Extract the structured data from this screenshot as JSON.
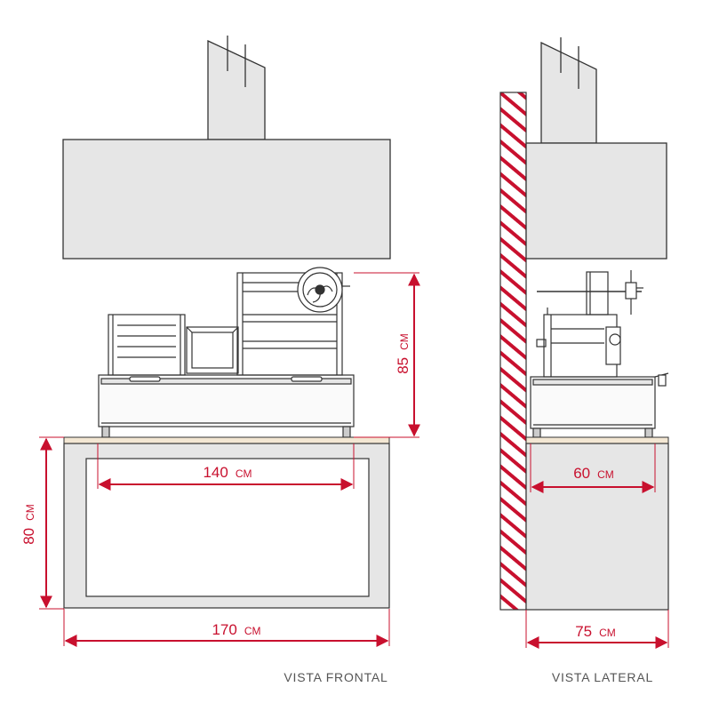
{
  "colors": {
    "dimension": "#c8102e",
    "panel_fill": "#e6e6e6",
    "outline": "#333333",
    "countertop": "#f3e7d3",
    "wall_hatch": "#c8102e"
  },
  "front_view": {
    "label": "VISTA FRONTAL",
    "dims": {
      "grill_height": {
        "value": "85",
        "unit": "CM"
      },
      "grill_width": {
        "value": "140",
        "unit": "CM"
      },
      "base_height": {
        "value": "80",
        "unit": "CM"
      },
      "base_width": {
        "value": "170",
        "unit": "CM"
      }
    }
  },
  "side_view": {
    "label": "VISTA LATERAL",
    "dims": {
      "grill_depth": {
        "value": "60",
        "unit": "CM"
      },
      "base_depth": {
        "value": "75",
        "unit": "CM"
      }
    }
  }
}
